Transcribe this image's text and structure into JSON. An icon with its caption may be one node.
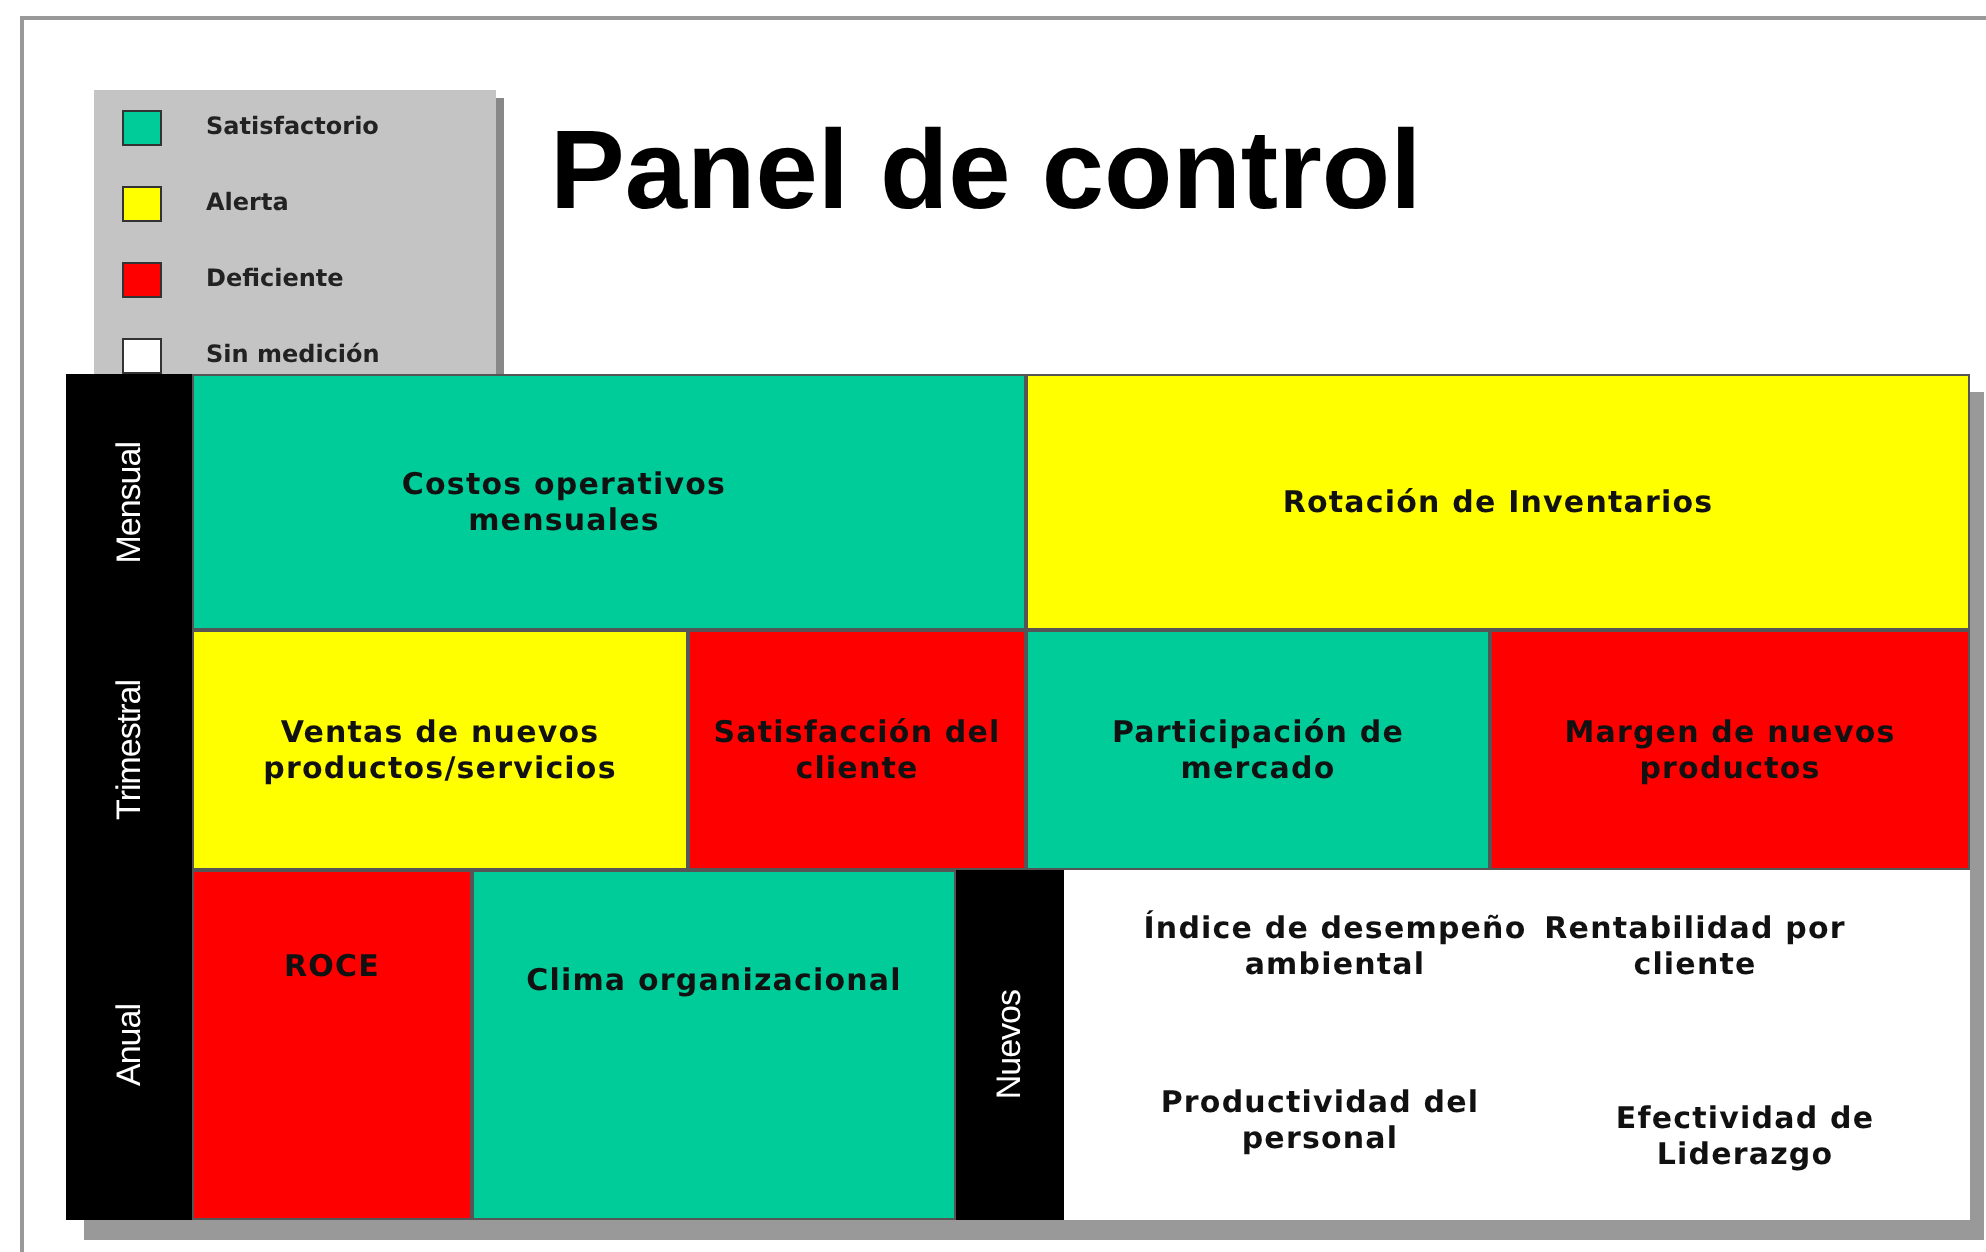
{
  "diagram": {
    "title": "Panel de control",
    "nodes": [
      {
        "text": [
          "Mensual"
        ]
      },
      {
        "text": [
          "Costos operativos mensuales"
        ]
      },
      {
        "text": [
          "Rotación de Inventarios"
        ]
      },
      {
        "text": [
          "Trimestral"
        ]
      },
      {
        "text": [
          "Ventas de nuevos productos/servicios"
        ]
      },
      {
        "text": [
          "Satisfacción del cliente"
        ]
      },
      {
        "text": [
          "Participación de mercado"
        ]
      },
      {
        "text": [
          "Margen de nuevos productos"
        ]
      },
      {
        "text": [
          "Anual"
        ]
      },
      {
        "text": [
          "ROCE"
        ]
      },
      {
        "text": [
          "Clima organizacional"
        ]
      },
      {
        "text": [
          "Nuevos"
        ]
      },
      {
        "text": [
          "Índice de desempeño ambiental",
          "Rentabilidad por cliente",
          "Productividad del personal",
          "Efectividad de Liderazgo"
        ]
      }
    ],
    "legend": [
      {
        "text": "Satisfactorio",
        "color": "#00cc99"
      },
      {
        "text": "Alerta",
        "color": "#ffff00"
      },
      {
        "text": "Deficiente",
        "color": "#ff0000"
      },
      {
        "text": "Sin medición",
        "color": "#ffffff"
      }
    ]
  }
}
